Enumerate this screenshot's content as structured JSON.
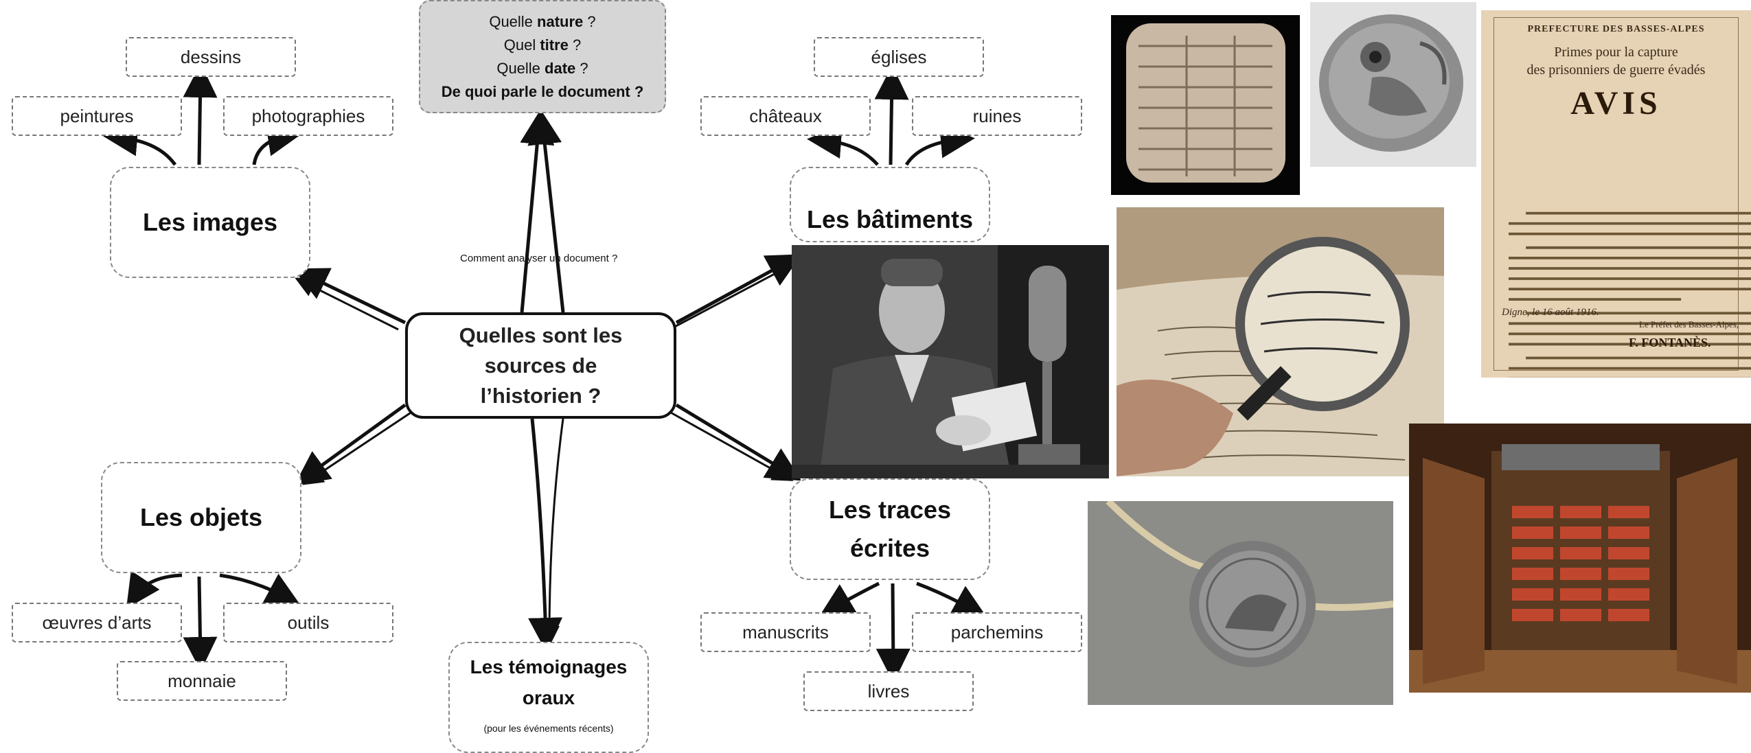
{
  "top_title": "Aide-toi de la carte mentale pour compléter le tableau (nature du document, auteur, date et son support).",
  "center": {
    "line1": "Quelles sont les",
    "line2": "sources de",
    "line3": "l’historien ?"
  },
  "question_box": {
    "q1_pre": "Quelle ",
    "q1_bold": "nature",
    "q1_post": " ?",
    "q2_pre": "Quel ",
    "q2_bold": "titre",
    "q2_post": " ?",
    "q3_pre": "Quelle ",
    "q3_bold": "date",
    "q3_post": " ?",
    "q4": "De quoi parle le document ?"
  },
  "analyse_label": "Comment analyser un document ?",
  "categories": {
    "images": {
      "label": "Les images",
      "subs": [
        "dessins",
        "peintures",
        "photographies"
      ]
    },
    "batiments": {
      "label": "Les bâtiments",
      "subs": [
        "églises",
        "châteaux",
        "ruines"
      ]
    },
    "objets": {
      "label": "Les objets",
      "subs": [
        "œuvres d’arts",
        "outils",
        "monnaie"
      ]
    },
    "traces": {
      "line1": "Les traces",
      "line2": "écrites",
      "subs": [
        "manuscrits",
        "parchemins",
        "livres"
      ]
    },
    "temoignages": {
      "line1": "Les témoignages",
      "line2": "oraux",
      "note": "(pour les événements récents)"
    }
  },
  "poster": {
    "header": "PREFECTURE DES BASSES-ALPES",
    "line1": "Primes pour la capture",
    "line2": "des prisonniers de guerre évadés",
    "avis": "AVIS",
    "date": "Digne, le 16 août 1916.",
    "signature_title": "Le Préfet des Basses-Alpes,",
    "signature": "F. FONTANÈS."
  },
  "colors": {
    "question_bg": "#d6d6d6",
    "poster_bg": "#e6d2b4",
    "border": "#111111"
  }
}
